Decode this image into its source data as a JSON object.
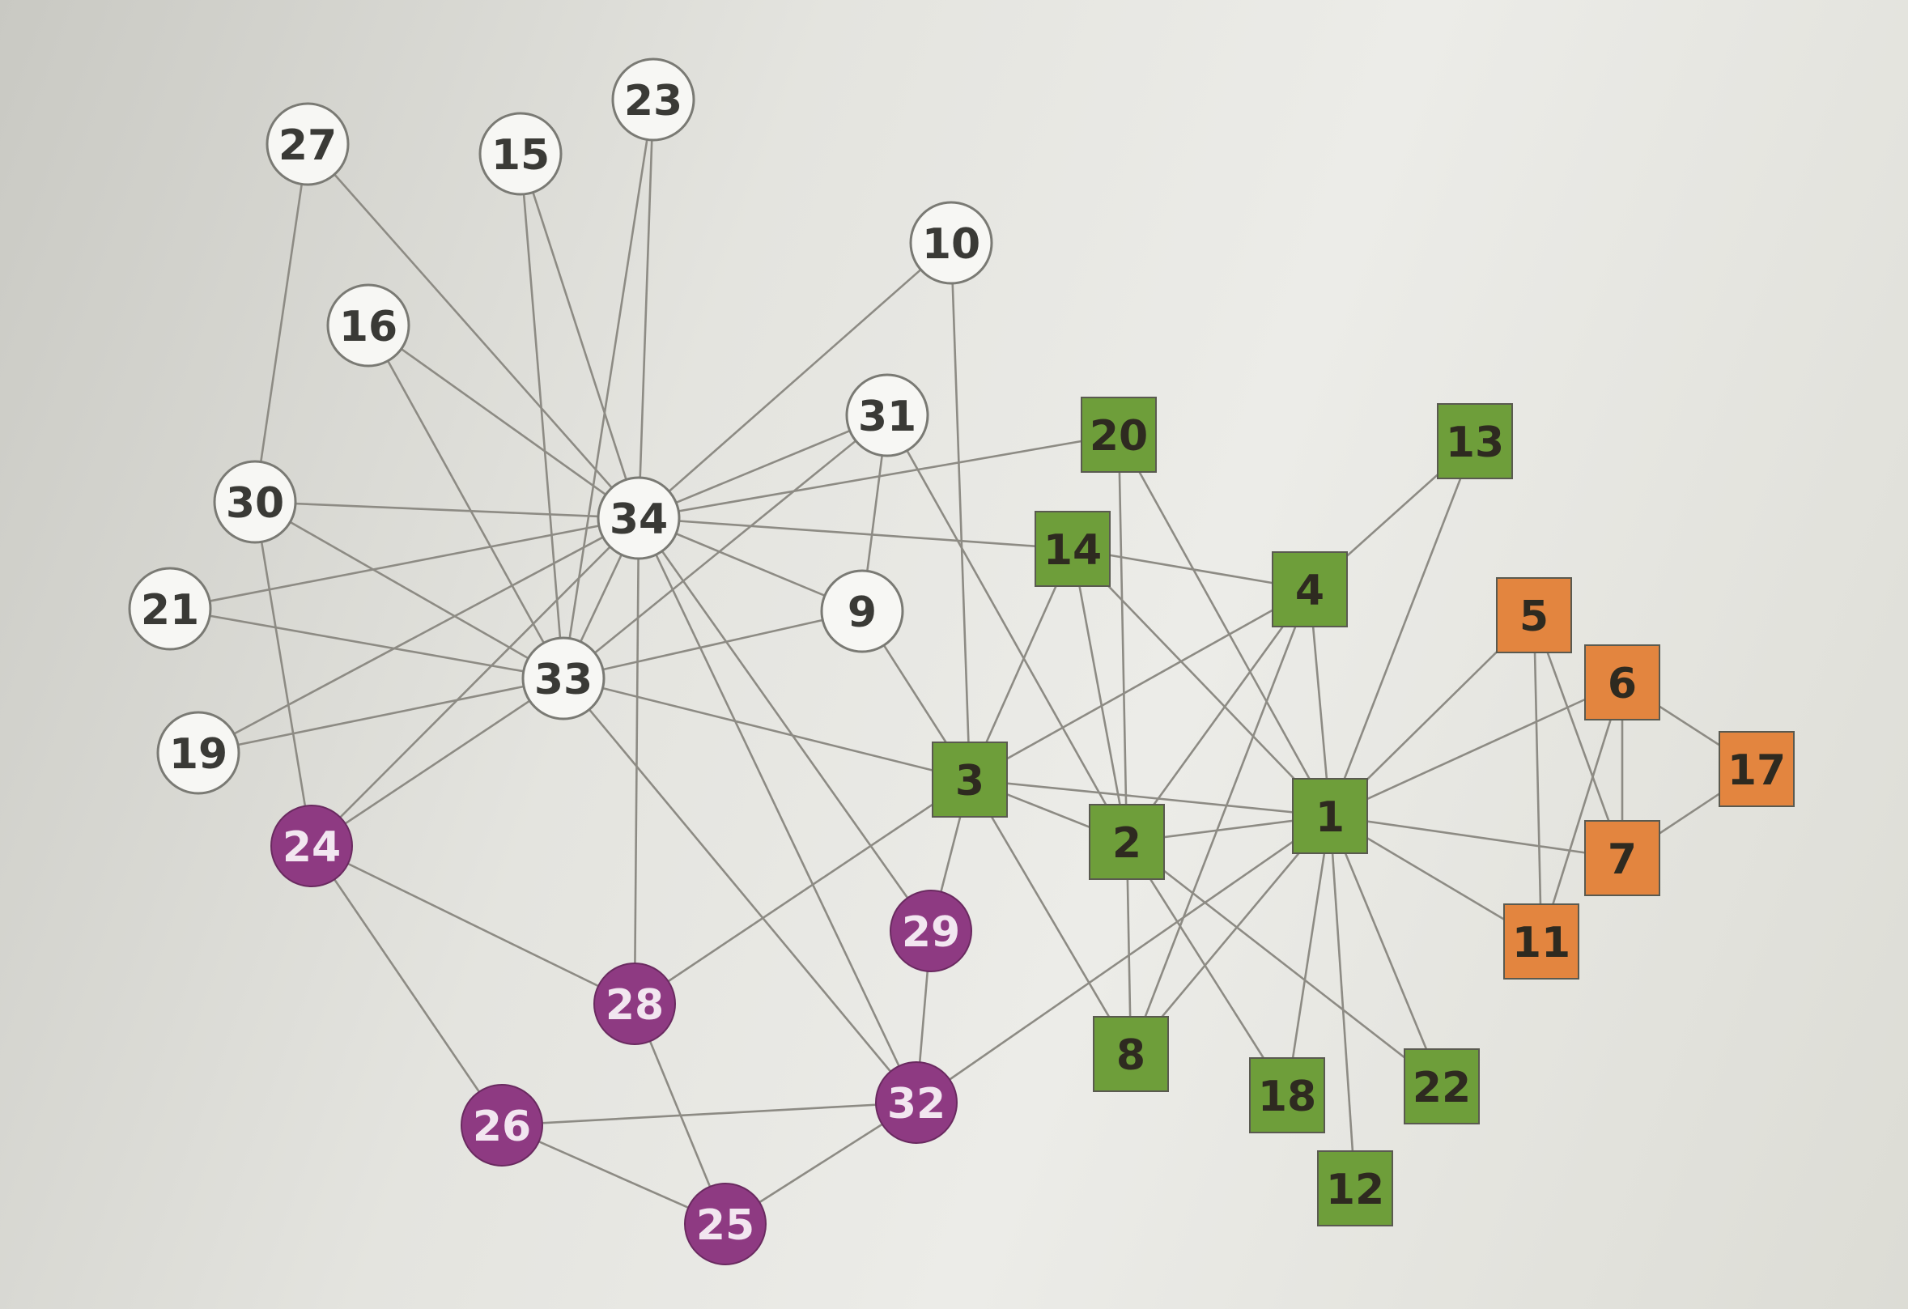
{
  "diagram": {
    "colors": {
      "white": "#f7f7f4",
      "green": "#6e9e3a",
      "orange": "#e3853f",
      "purple": "#8e3a82",
      "edge": "#8d8b84",
      "outline": "#7a7a74"
    },
    "nodes": [
      {
        "id": "1",
        "label": "1",
        "group": "green",
        "shape": "square"
      },
      {
        "id": "2",
        "label": "2",
        "group": "green",
        "shape": "square"
      },
      {
        "id": "3",
        "label": "3",
        "group": "green",
        "shape": "square"
      },
      {
        "id": "4",
        "label": "4",
        "group": "green",
        "shape": "square"
      },
      {
        "id": "5",
        "label": "5",
        "group": "orange",
        "shape": "square"
      },
      {
        "id": "6",
        "label": "6",
        "group": "orange",
        "shape": "square"
      },
      {
        "id": "7",
        "label": "7",
        "group": "orange",
        "shape": "square"
      },
      {
        "id": "8",
        "label": "8",
        "group": "green",
        "shape": "square"
      },
      {
        "id": "9",
        "label": "9",
        "group": "white",
        "shape": "circle"
      },
      {
        "id": "10",
        "label": "10",
        "group": "white",
        "shape": "circle"
      },
      {
        "id": "11",
        "label": "11",
        "group": "orange",
        "shape": "square"
      },
      {
        "id": "12",
        "label": "12",
        "group": "green",
        "shape": "square"
      },
      {
        "id": "13",
        "label": "13",
        "group": "green",
        "shape": "square"
      },
      {
        "id": "14",
        "label": "14",
        "group": "green",
        "shape": "square"
      },
      {
        "id": "15",
        "label": "15",
        "group": "white",
        "shape": "circle"
      },
      {
        "id": "16",
        "label": "16",
        "group": "white",
        "shape": "circle"
      },
      {
        "id": "17",
        "label": "17",
        "group": "orange",
        "shape": "square"
      },
      {
        "id": "18",
        "label": "18",
        "group": "green",
        "shape": "square"
      },
      {
        "id": "19",
        "label": "19",
        "group": "white",
        "shape": "circle"
      },
      {
        "id": "20",
        "label": "20",
        "group": "green",
        "shape": "square"
      },
      {
        "id": "21",
        "label": "21",
        "group": "white",
        "shape": "circle"
      },
      {
        "id": "22",
        "label": "22",
        "group": "green",
        "shape": "square"
      },
      {
        "id": "23",
        "label": "23",
        "group": "white",
        "shape": "circle"
      },
      {
        "id": "24",
        "label": "24",
        "group": "purple",
        "shape": "circle"
      },
      {
        "id": "25",
        "label": "25",
        "group": "purple",
        "shape": "circle"
      },
      {
        "id": "26",
        "label": "26",
        "group": "purple",
        "shape": "circle"
      },
      {
        "id": "27",
        "label": "27",
        "group": "white",
        "shape": "circle"
      },
      {
        "id": "28",
        "label": "28",
        "group": "purple",
        "shape": "circle"
      },
      {
        "id": "29",
        "label": "29",
        "group": "purple",
        "shape": "circle"
      },
      {
        "id": "30",
        "label": "30",
        "group": "white",
        "shape": "circle"
      },
      {
        "id": "31",
        "label": "31",
        "group": "white",
        "shape": "circle"
      },
      {
        "id": "32",
        "label": "32",
        "group": "purple",
        "shape": "circle"
      },
      {
        "id": "33",
        "label": "33",
        "group": "white",
        "shape": "circle"
      },
      {
        "id": "34",
        "label": "34",
        "group": "white",
        "shape": "circle"
      }
    ],
    "edges": [
      [
        "1",
        "2"
      ],
      [
        "1",
        "3"
      ],
      [
        "1",
        "4"
      ],
      [
        "1",
        "5"
      ],
      [
        "1",
        "6"
      ],
      [
        "1",
        "7"
      ],
      [
        "1",
        "8"
      ],
      [
        "1",
        "11"
      ],
      [
        "1",
        "12"
      ],
      [
        "1",
        "13"
      ],
      [
        "1",
        "14"
      ],
      [
        "1",
        "18"
      ],
      [
        "1",
        "20"
      ],
      [
        "1",
        "22"
      ],
      [
        "1",
        "32"
      ],
      [
        "2",
        "3"
      ],
      [
        "2",
        "4"
      ],
      [
        "2",
        "8"
      ],
      [
        "2",
        "14"
      ],
      [
        "2",
        "18"
      ],
      [
        "2",
        "20"
      ],
      [
        "2",
        "22"
      ],
      [
        "2",
        "31"
      ],
      [
        "3",
        "4"
      ],
      [
        "3",
        "8"
      ],
      [
        "3",
        "9"
      ],
      [
        "3",
        "10"
      ],
      [
        "3",
        "14"
      ],
      [
        "3",
        "28"
      ],
      [
        "3",
        "29"
      ],
      [
        "3",
        "33"
      ],
      [
        "4",
        "8"
      ],
      [
        "4",
        "13"
      ],
      [
        "4",
        "14"
      ],
      [
        "5",
        "7"
      ],
      [
        "5",
        "11"
      ],
      [
        "6",
        "7"
      ],
      [
        "6",
        "11"
      ],
      [
        "6",
        "17"
      ],
      [
        "7",
        "17"
      ],
      [
        "9",
        "31"
      ],
      [
        "9",
        "33"
      ],
      [
        "9",
        "34"
      ],
      [
        "10",
        "34"
      ],
      [
        "14",
        "34"
      ],
      [
        "15",
        "33"
      ],
      [
        "15",
        "34"
      ],
      [
        "16",
        "33"
      ],
      [
        "16",
        "34"
      ],
      [
        "19",
        "33"
      ],
      [
        "19",
        "34"
      ],
      [
        "20",
        "34"
      ],
      [
        "21",
        "33"
      ],
      [
        "21",
        "34"
      ],
      [
        "23",
        "33"
      ],
      [
        "23",
        "34"
      ],
      [
        "24",
        "26"
      ],
      [
        "24",
        "28"
      ],
      [
        "24",
        "30"
      ],
      [
        "24",
        "33"
      ],
      [
        "24",
        "34"
      ],
      [
        "25",
        "26"
      ],
      [
        "25",
        "28"
      ],
      [
        "25",
        "32"
      ],
      [
        "26",
        "32"
      ],
      [
        "27",
        "30"
      ],
      [
        "27",
        "34"
      ],
      [
        "28",
        "34"
      ],
      [
        "29",
        "32"
      ],
      [
        "29",
        "34"
      ],
      [
        "30",
        "33"
      ],
      [
        "30",
        "34"
      ],
      [
        "31",
        "33"
      ],
      [
        "31",
        "34"
      ],
      [
        "32",
        "33"
      ],
      [
        "32",
        "34"
      ],
      [
        "33",
        "34"
      ]
    ]
  }
}
